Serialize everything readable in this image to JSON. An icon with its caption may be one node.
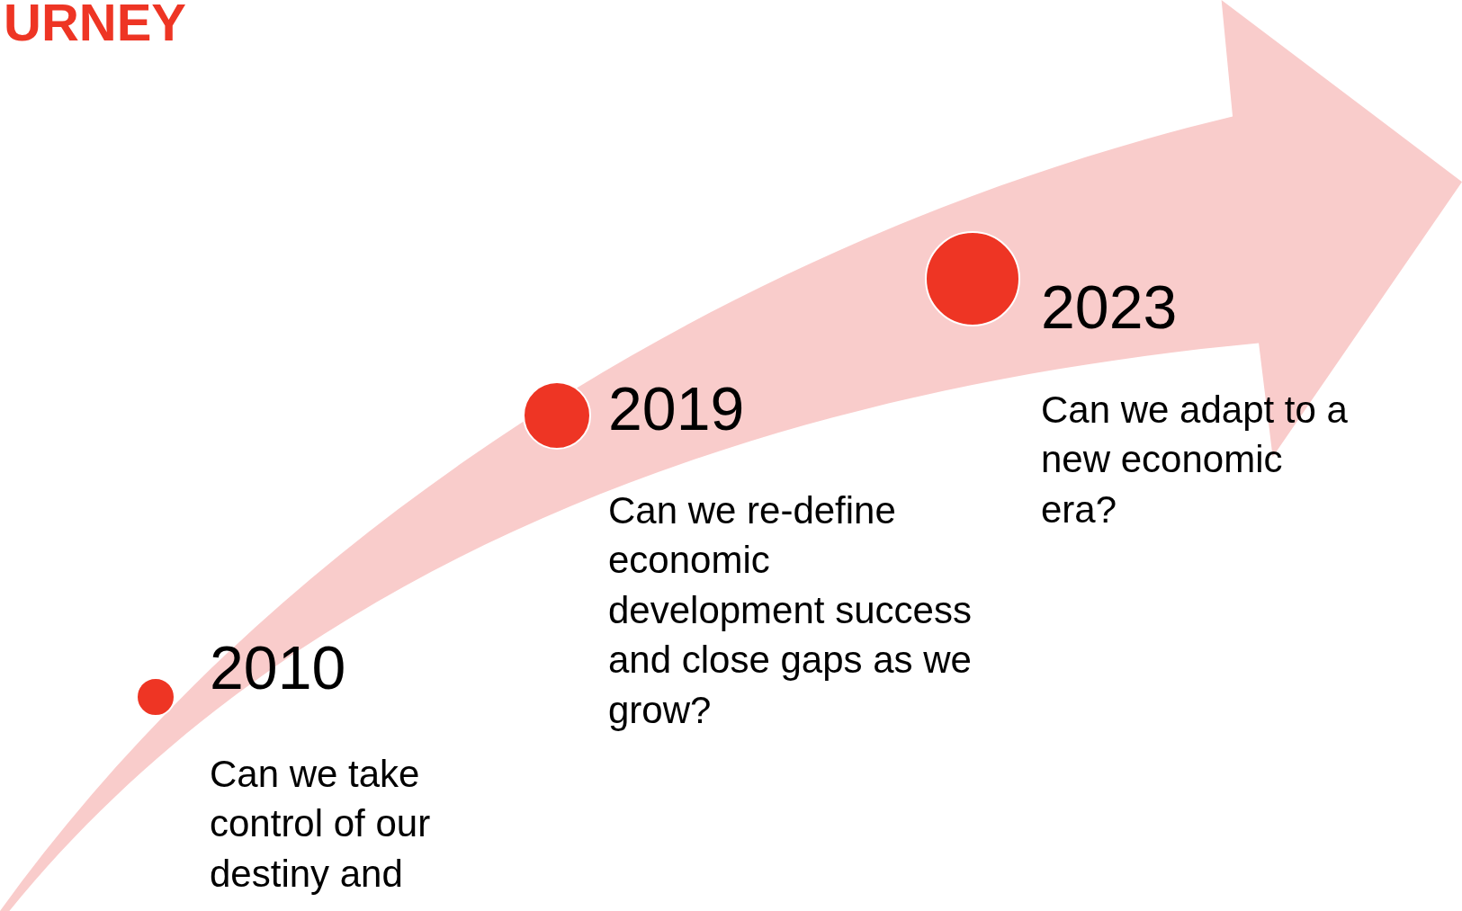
{
  "diagram": {
    "title": "URNEY",
    "nodes": [
      {
        "text": [],
        "shape": "circle",
        "beside": [
          "2010",
          "Can we take control of our destiny and"
        ]
      },
      {
        "text": [],
        "shape": "circle",
        "beside": [
          "2019",
          "Can we re-define economic development success and close gaps as we grow?"
        ]
      },
      {
        "text": [],
        "shape": "circle",
        "beside": [
          "2023",
          "Can we adapt to a new economic era?"
        ]
      }
    ]
  }
}
